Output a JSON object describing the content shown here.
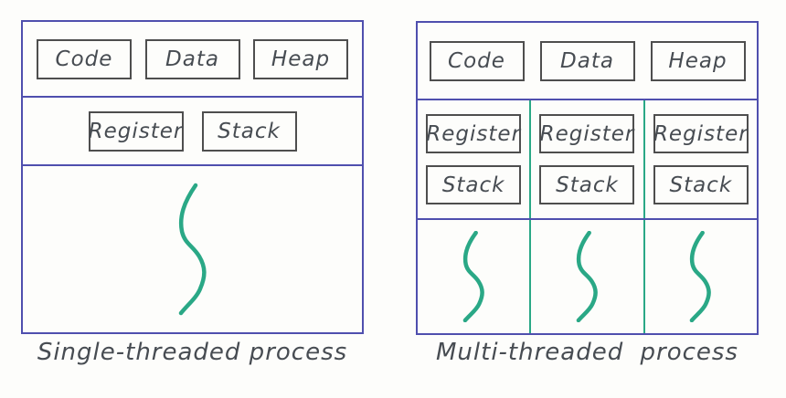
{
  "single_panel": {
    "caption": "Single-threaded process",
    "memory_boxes": [
      "Code",
      "Data",
      "Heap"
    ],
    "context_boxes": [
      "Register",
      "Stack"
    ],
    "thread_count": 1,
    "thread_icon": "thread-squiggle"
  },
  "multi_panel": {
    "caption": "Multi-threaded process",
    "memory_boxes": [
      "Code",
      "Data",
      "Heap"
    ],
    "threads": [
      {
        "context_boxes": [
          "Register",
          "Stack"
        ]
      },
      {
        "context_boxes": [
          "Register",
          "Stack"
        ]
      },
      {
        "context_boxes": [
          "Register",
          "Stack"
        ]
      }
    ],
    "thread_count": 3,
    "thread_icon": "thread-squiggle"
  },
  "colors": {
    "frame_blue": "#4f4fae",
    "inner_box_border": "#4e4e4e",
    "text_gray": "#474c52",
    "thread_green": "#2aa886",
    "background": "#fdfdfb"
  }
}
